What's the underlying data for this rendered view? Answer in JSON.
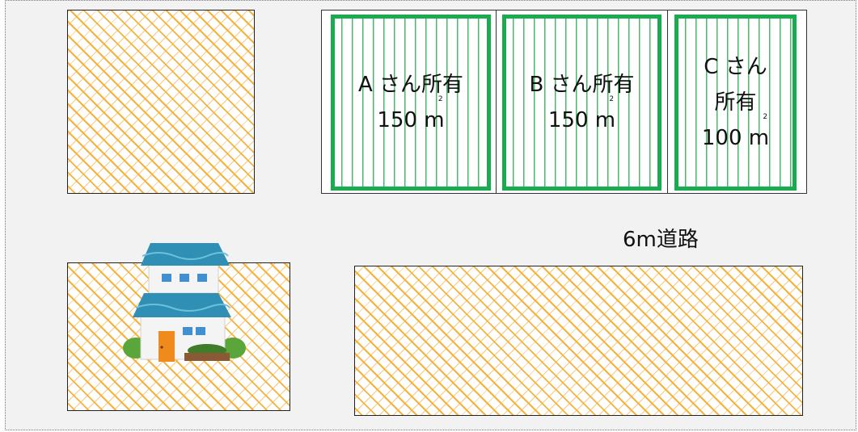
{
  "parcels": [
    {
      "owner_line1": "A さん所有",
      "owner_line2": "",
      "area": "150 m",
      "area_sup": "2"
    },
    {
      "owner_line1": "B さん所有",
      "owner_line2": "",
      "area": "150 m",
      "area_sup": "2"
    },
    {
      "owner_line1": "C さん",
      "owner_line2": "所有",
      "area": "100 m",
      "area_sup": "2"
    }
  ],
  "road": {
    "label": "6m道路"
  },
  "colors": {
    "parcel_border": "#1aaa50",
    "parcel_hatch": "#49b86a",
    "lot_pattern": "#f6b23c",
    "house_roof": "#2f8fb5",
    "house_door": "#f08a1c"
  },
  "icons": {
    "house": "house-icon"
  }
}
